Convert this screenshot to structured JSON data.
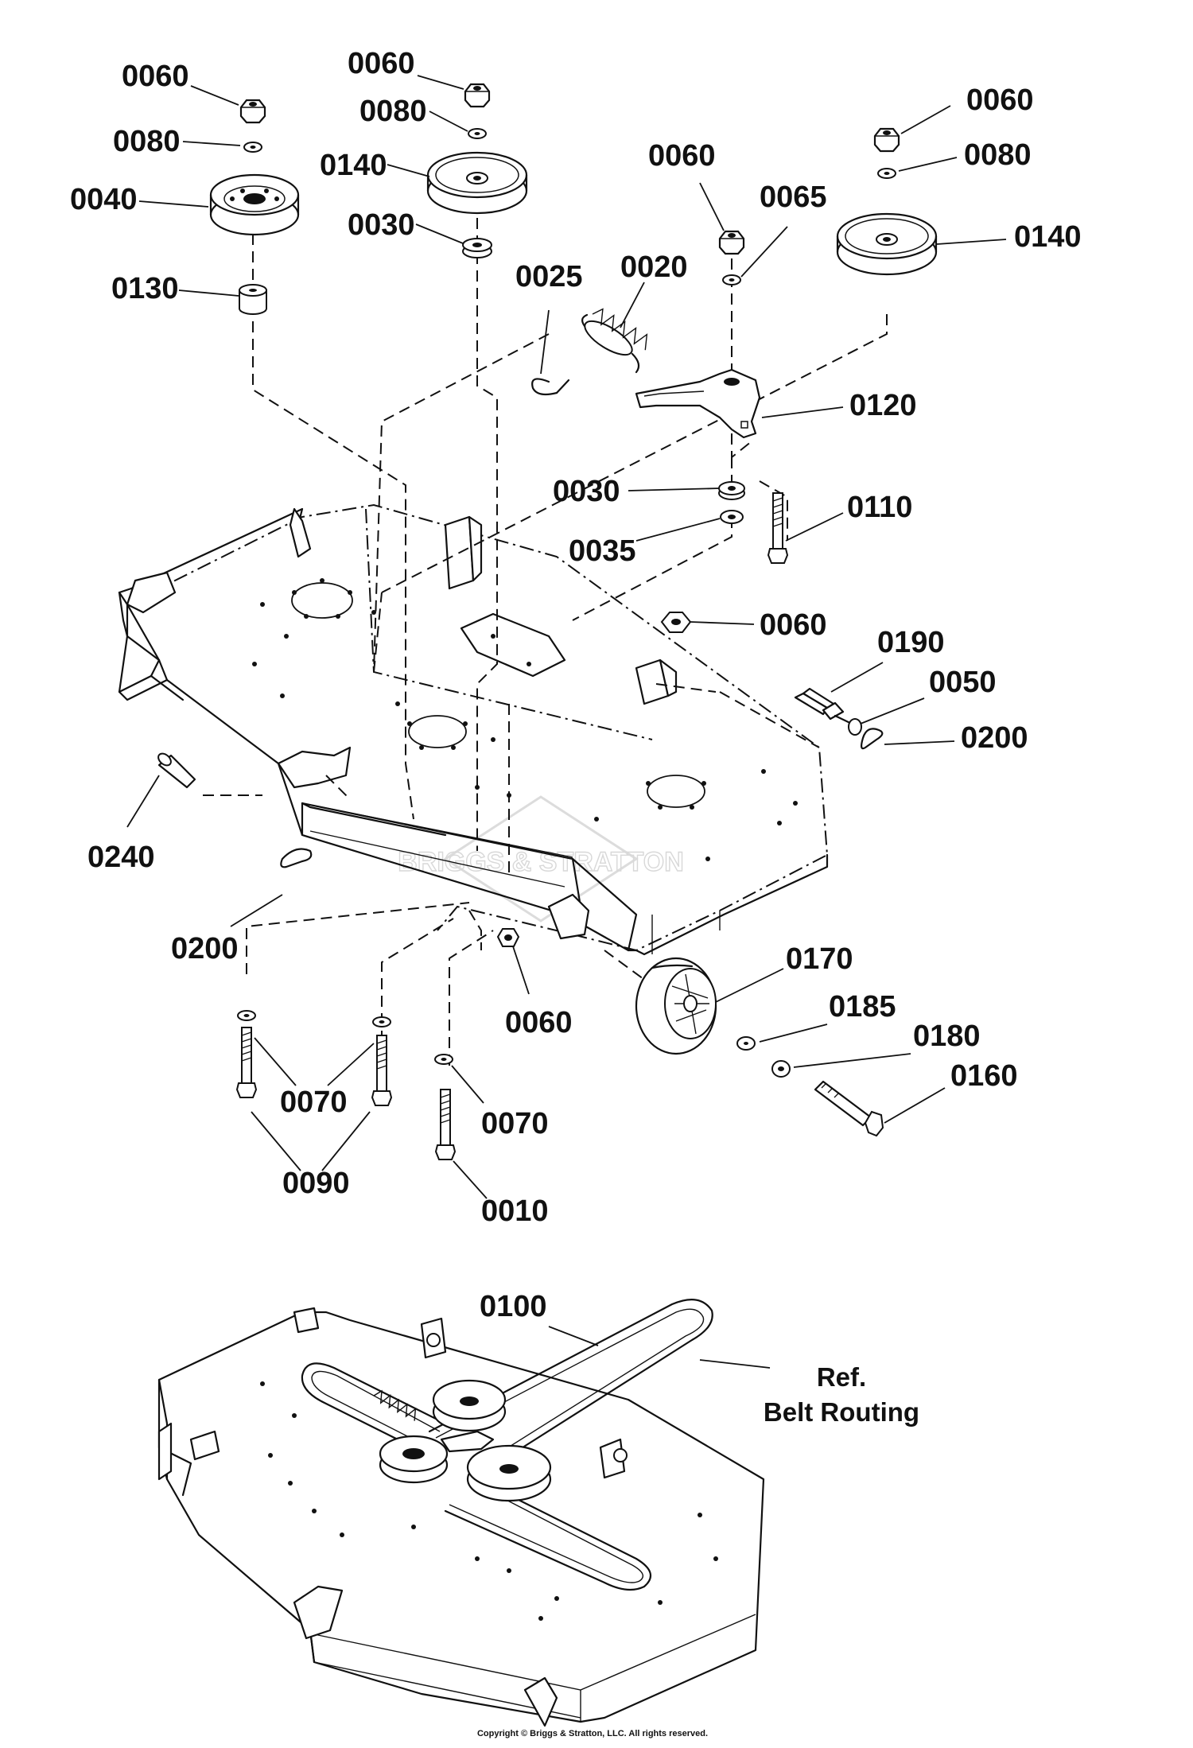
{
  "labels": [
    {
      "id": "l0060a",
      "text": "0060"
    },
    {
      "id": "l0080a",
      "text": "0080"
    },
    {
      "id": "l0040",
      "text": "0040"
    },
    {
      "id": "l0130",
      "text": "0130"
    },
    {
      "id": "l0060b",
      "text": "0060"
    },
    {
      "id": "l0080b",
      "text": "0080"
    },
    {
      "id": "l0140a",
      "text": "0140"
    },
    {
      "id": "l0030a",
      "text": "0030"
    },
    {
      "id": "l0025",
      "text": "0025"
    },
    {
      "id": "l0020",
      "text": "0020"
    },
    {
      "id": "l0060c",
      "text": "0060"
    },
    {
      "id": "l0065",
      "text": "0065"
    },
    {
      "id": "l0060d",
      "text": "0060"
    },
    {
      "id": "l0080c",
      "text": "0080"
    },
    {
      "id": "l0140b",
      "text": "0140"
    },
    {
      "id": "l0120",
      "text": "0120"
    },
    {
      "id": "l0030b",
      "text": "0030"
    },
    {
      "id": "l0035",
      "text": "0035"
    },
    {
      "id": "l0110",
      "text": "0110"
    },
    {
      "id": "l0060e",
      "text": "0060"
    },
    {
      "id": "l0190",
      "text": "0190"
    },
    {
      "id": "l0050",
      "text": "0050"
    },
    {
      "id": "l0200a",
      "text": "0200"
    },
    {
      "id": "l0240",
      "text": "0240"
    },
    {
      "id": "l0200b",
      "text": "0200"
    },
    {
      "id": "l0060f",
      "text": "0060"
    },
    {
      "id": "l0170",
      "text": "0170"
    },
    {
      "id": "l0185",
      "text": "0185"
    },
    {
      "id": "l0180",
      "text": "0180"
    },
    {
      "id": "l0160",
      "text": "0160"
    },
    {
      "id": "l0070a",
      "text": "0070"
    },
    {
      "id": "l0070b",
      "text": "0070"
    },
    {
      "id": "l0090",
      "text": "0090"
    },
    {
      "id": "l0010",
      "text": "0010"
    },
    {
      "id": "l0100",
      "text": "0100"
    }
  ],
  "reference": {
    "line1": "Ref.",
    "line2": "Belt Routing"
  },
  "watermark": "BRIGGS & STRATTON",
  "copyright": "Copyright © Briggs & Stratton, LLC. All rights reserved."
}
